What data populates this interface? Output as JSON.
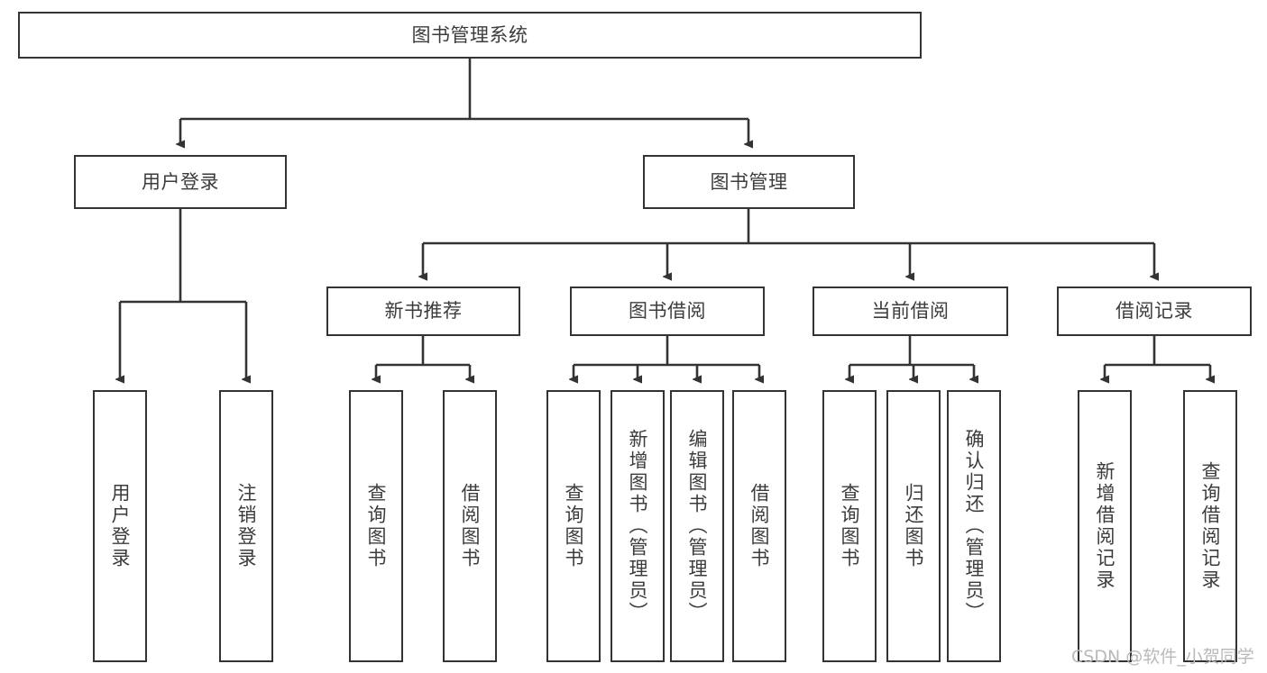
{
  "diagram": {
    "type": "tree",
    "title": "图书管理系统",
    "root": {
      "id": "root",
      "label": "图书管理系统"
    },
    "level1": [
      {
        "id": "user-login",
        "label": "用户登录"
      },
      {
        "id": "book-manage",
        "label": "图书管理"
      }
    ],
    "level2": [
      {
        "id": "new-book-recommend",
        "label": "新书推荐",
        "parent": "book-manage"
      },
      {
        "id": "book-borrow",
        "label": "图书借阅",
        "parent": "book-manage"
      },
      {
        "id": "current-borrow",
        "label": "当前借阅",
        "parent": "book-manage"
      },
      {
        "id": "borrow-record",
        "label": "借阅记录",
        "parent": "book-manage"
      }
    ],
    "leaves": [
      {
        "id": "leaf-user-login",
        "label": "用户登录",
        "parent": "user-login"
      },
      {
        "id": "leaf-user-logout",
        "label": "注销登录",
        "parent": "user-login"
      },
      {
        "id": "leaf-query-book-1",
        "label": "查询图书",
        "parent": "new-book-recommend"
      },
      {
        "id": "leaf-borrow-book-1",
        "label": "借阅图书",
        "parent": "new-book-recommend"
      },
      {
        "id": "leaf-query-book-2",
        "label": "查询图书",
        "parent": "book-borrow"
      },
      {
        "id": "leaf-add-book",
        "label": "新增图书（管理员）",
        "parent": "book-borrow"
      },
      {
        "id": "leaf-edit-book",
        "label": "编辑图书（管理员）",
        "parent": "book-borrow"
      },
      {
        "id": "leaf-borrow-book-2",
        "label": "借阅图书",
        "parent": "book-borrow"
      },
      {
        "id": "leaf-query-book-3",
        "label": "查询图书",
        "parent": "current-borrow"
      },
      {
        "id": "leaf-return-book",
        "label": "归还图书",
        "parent": "current-borrow"
      },
      {
        "id": "leaf-confirm-return",
        "label": "确认归还（管理员）",
        "parent": "current-borrow"
      },
      {
        "id": "leaf-add-record",
        "label": "新增借阅记录",
        "parent": "borrow-record"
      },
      {
        "id": "leaf-query-record",
        "label": "查询借阅记录",
        "parent": "borrow-record"
      }
    ]
  },
  "watermark": {
    "text": "CSDN @软件_小贺同学"
  },
  "colors": {
    "border": "#333333",
    "text": "#3c3c3c",
    "background": "#ffffff",
    "watermark": "#b9b9b9"
  }
}
